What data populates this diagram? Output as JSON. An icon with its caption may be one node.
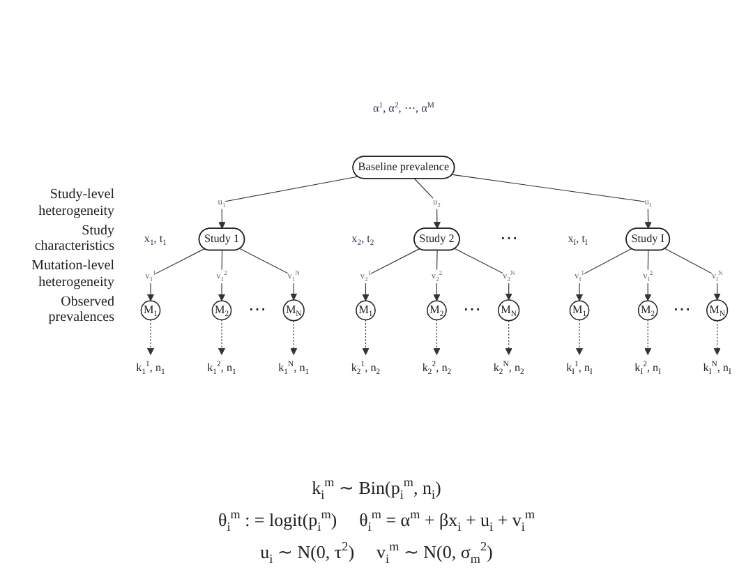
{
  "diagram": {
    "nodes": [
      {
        "text": [
          "Baseline prevalence"
        ],
        "beside": [
          "α$^{1}$, α$^{2}$, ⋯, α$^{M}$"
        ]
      },
      {
        "text": [
          "Study 1"
        ],
        "beside": [
          "x$_{1}$, t$_{1}$"
        ]
      },
      {
        "text": [
          "Study 2"
        ],
        "beside": [
          "x$_{2}$, t$_{2}$"
        ]
      },
      {
        "text": [
          "Study I"
        ],
        "beside": [
          "x$_{I}$, t$_{I}$"
        ]
      },
      {
        "text": [
          "M$_{1}$"
        ]
      },
      {
        "text": [
          "M$_{2}$"
        ]
      },
      {
        "text": [
          "M$_{N}$"
        ]
      },
      {
        "text": [
          "M$_{1}$"
        ]
      },
      {
        "text": [
          "M$_{2}$"
        ]
      },
      {
        "text": [
          "M$_{N}$"
        ]
      },
      {
        "text": [
          "M$_{1}$"
        ]
      },
      {
        "text": [
          "M$_{2}$"
        ]
      },
      {
        "text": [
          "M$_{N}$"
        ]
      },
      {
        "text": [
          "k$_{1}$$^{1}$, n$_{1}$"
        ]
      },
      {
        "text": [
          "k$_{1}$$^{2}$, n$_{1}$"
        ]
      },
      {
        "text": [
          "k$_{1}$$^{N}$, n$_{1}$"
        ]
      },
      {
        "text": [
          "k$_{2}$$^{1}$, n$_{2}$"
        ]
      },
      {
        "text": [
          "k$_{2}$$^{2}$, n$_{2}$"
        ]
      },
      {
        "text": [
          "k$_{2}$$^{N}$, n$_{2}$"
        ]
      },
      {
        "text": [
          "k$_{I}$$^{1}$, n$_{I}$"
        ]
      },
      {
        "text": [
          "k$_{I}$$^{2}$, n$_{I}$"
        ]
      },
      {
        "text": [
          "k$_{I}$$^{N}$, n$_{I}$"
        ]
      }
    ],
    "edges": [
      {
        "from": 0,
        "to": 1,
        "arrow": "to",
        "label": "u$_{1}$"
      },
      {
        "from": 0,
        "to": 2,
        "arrow": "to",
        "label": "u$_{2}$"
      },
      {
        "from": 0,
        "to": 3,
        "arrow": "to",
        "label": "u$_{I}$"
      },
      {
        "from": 1,
        "to": 4,
        "arrow": "to",
        "label": "v$_{1}$$^{1}$"
      },
      {
        "from": 1,
        "to": 5,
        "arrow": "to",
        "label": "v$_{1}$$^{2}$"
      },
      {
        "from": 1,
        "to": 6,
        "arrow": "to",
        "label": "v$_{1}$$^{N}$"
      },
      {
        "from": 2,
        "to": 7,
        "arrow": "to",
        "label": "v$_{2}$$^{1}$"
      },
      {
        "from": 2,
        "to": 8,
        "arrow": "to",
        "label": "v$_{2}$$^{2}$"
      },
      {
        "from": 2,
        "to": 9,
        "arrow": "to",
        "label": "v$_{2}$$^{N}$"
      },
      {
        "from": 3,
        "to": 10,
        "arrow": "to",
        "label": "v$_{I}$$^{1}$"
      },
      {
        "from": 3,
        "to": 11,
        "arrow": "to",
        "label": "v$_{I}$$^{2}$"
      },
      {
        "from": 3,
        "to": 12,
        "arrow": "to",
        "label": "v$_{I}$$^{N}$"
      },
      {
        "from": 4,
        "to": 13,
        "arrow": "to",
        "style": "dashed"
      },
      {
        "from": 5,
        "to": 14,
        "arrow": "to",
        "style": "dashed"
      },
      {
        "from": 6,
        "to": 15,
        "arrow": "to",
        "style": "dashed"
      },
      {
        "from": 7,
        "to": 16,
        "arrow": "to",
        "style": "dashed"
      },
      {
        "from": 8,
        "to": 17,
        "arrow": "to",
        "style": "dashed"
      },
      {
        "from": 9,
        "to": 18,
        "arrow": "to",
        "style": "dashed"
      },
      {
        "from": 10,
        "to": 19,
        "arrow": "to",
        "style": "dashed"
      },
      {
        "from": 11,
        "to": 20,
        "arrow": "to",
        "style": "dashed"
      },
      {
        "from": 12,
        "to": 21,
        "arrow": "to",
        "style": "dashed"
      }
    ],
    "labels": [
      "Study-level heterogeneity",
      "Study characteristics",
      "⋯",
      "Mutation-level heterogeneity",
      "Observed prevalences",
      "⋯",
      "⋯",
      "⋯",
      "k$_{i}$$^{m}$ ∼ Bin(p$_{i}$$^{m}$, n$_{i}$)",
      "θ$_{i}$$^{m}$ : = logit(p$_{i}$$^{m}$)",
      "θ$_{i}$$^{m}$ = α$^{m}$ + βx$_{i}$ + u$_{i}$ + v$_{i}$$^{m}$",
      "u$_{i}$ ∼ N(0, τ$^{2}$)",
      "v$_{i}$$^{m}$ ∼ N(0, σ$_{m}$$^{2}$)"
    ]
  }
}
